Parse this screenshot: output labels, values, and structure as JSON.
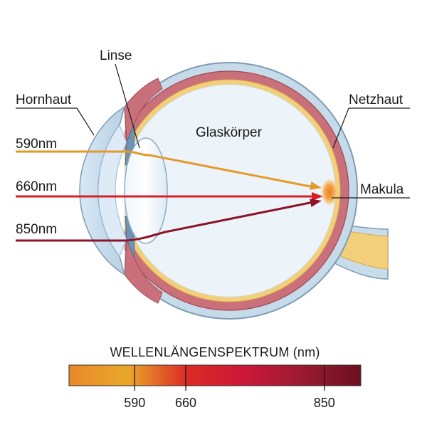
{
  "labels": {
    "hornhaut": "Hornhaut",
    "linse": "Linse",
    "glaskoerper": "Glaskörper",
    "netzhaut": "Netzhaut",
    "makula": "Makula"
  },
  "rays": [
    {
      "label": "590nm",
      "color": "#e39a2a"
    },
    {
      "label": "660nm",
      "color": "#d61f26"
    },
    {
      "label": "850nm",
      "color": "#8b1428"
    }
  ],
  "spectrum": {
    "title": "WELLENLÄNGENSPEKTRUM (nm)",
    "min": 500,
    "max": 900,
    "ticks": [
      {
        "value": 590,
        "label": "590"
      },
      {
        "value": 660,
        "label": "660"
      },
      {
        "value": 850,
        "label": "850"
      }
    ],
    "gradient": [
      "#e9882a",
      "#e9a82a",
      "#dc2c24",
      "#cc1838",
      "#9a1a30",
      "#6b1020"
    ]
  },
  "colors": {
    "sclera": "#c6dbea",
    "choroid": "#c9707a",
    "retina": "#f2cf7a",
    "vitreous": "#edf4f9",
    "macula": "#f0962c"
  }
}
